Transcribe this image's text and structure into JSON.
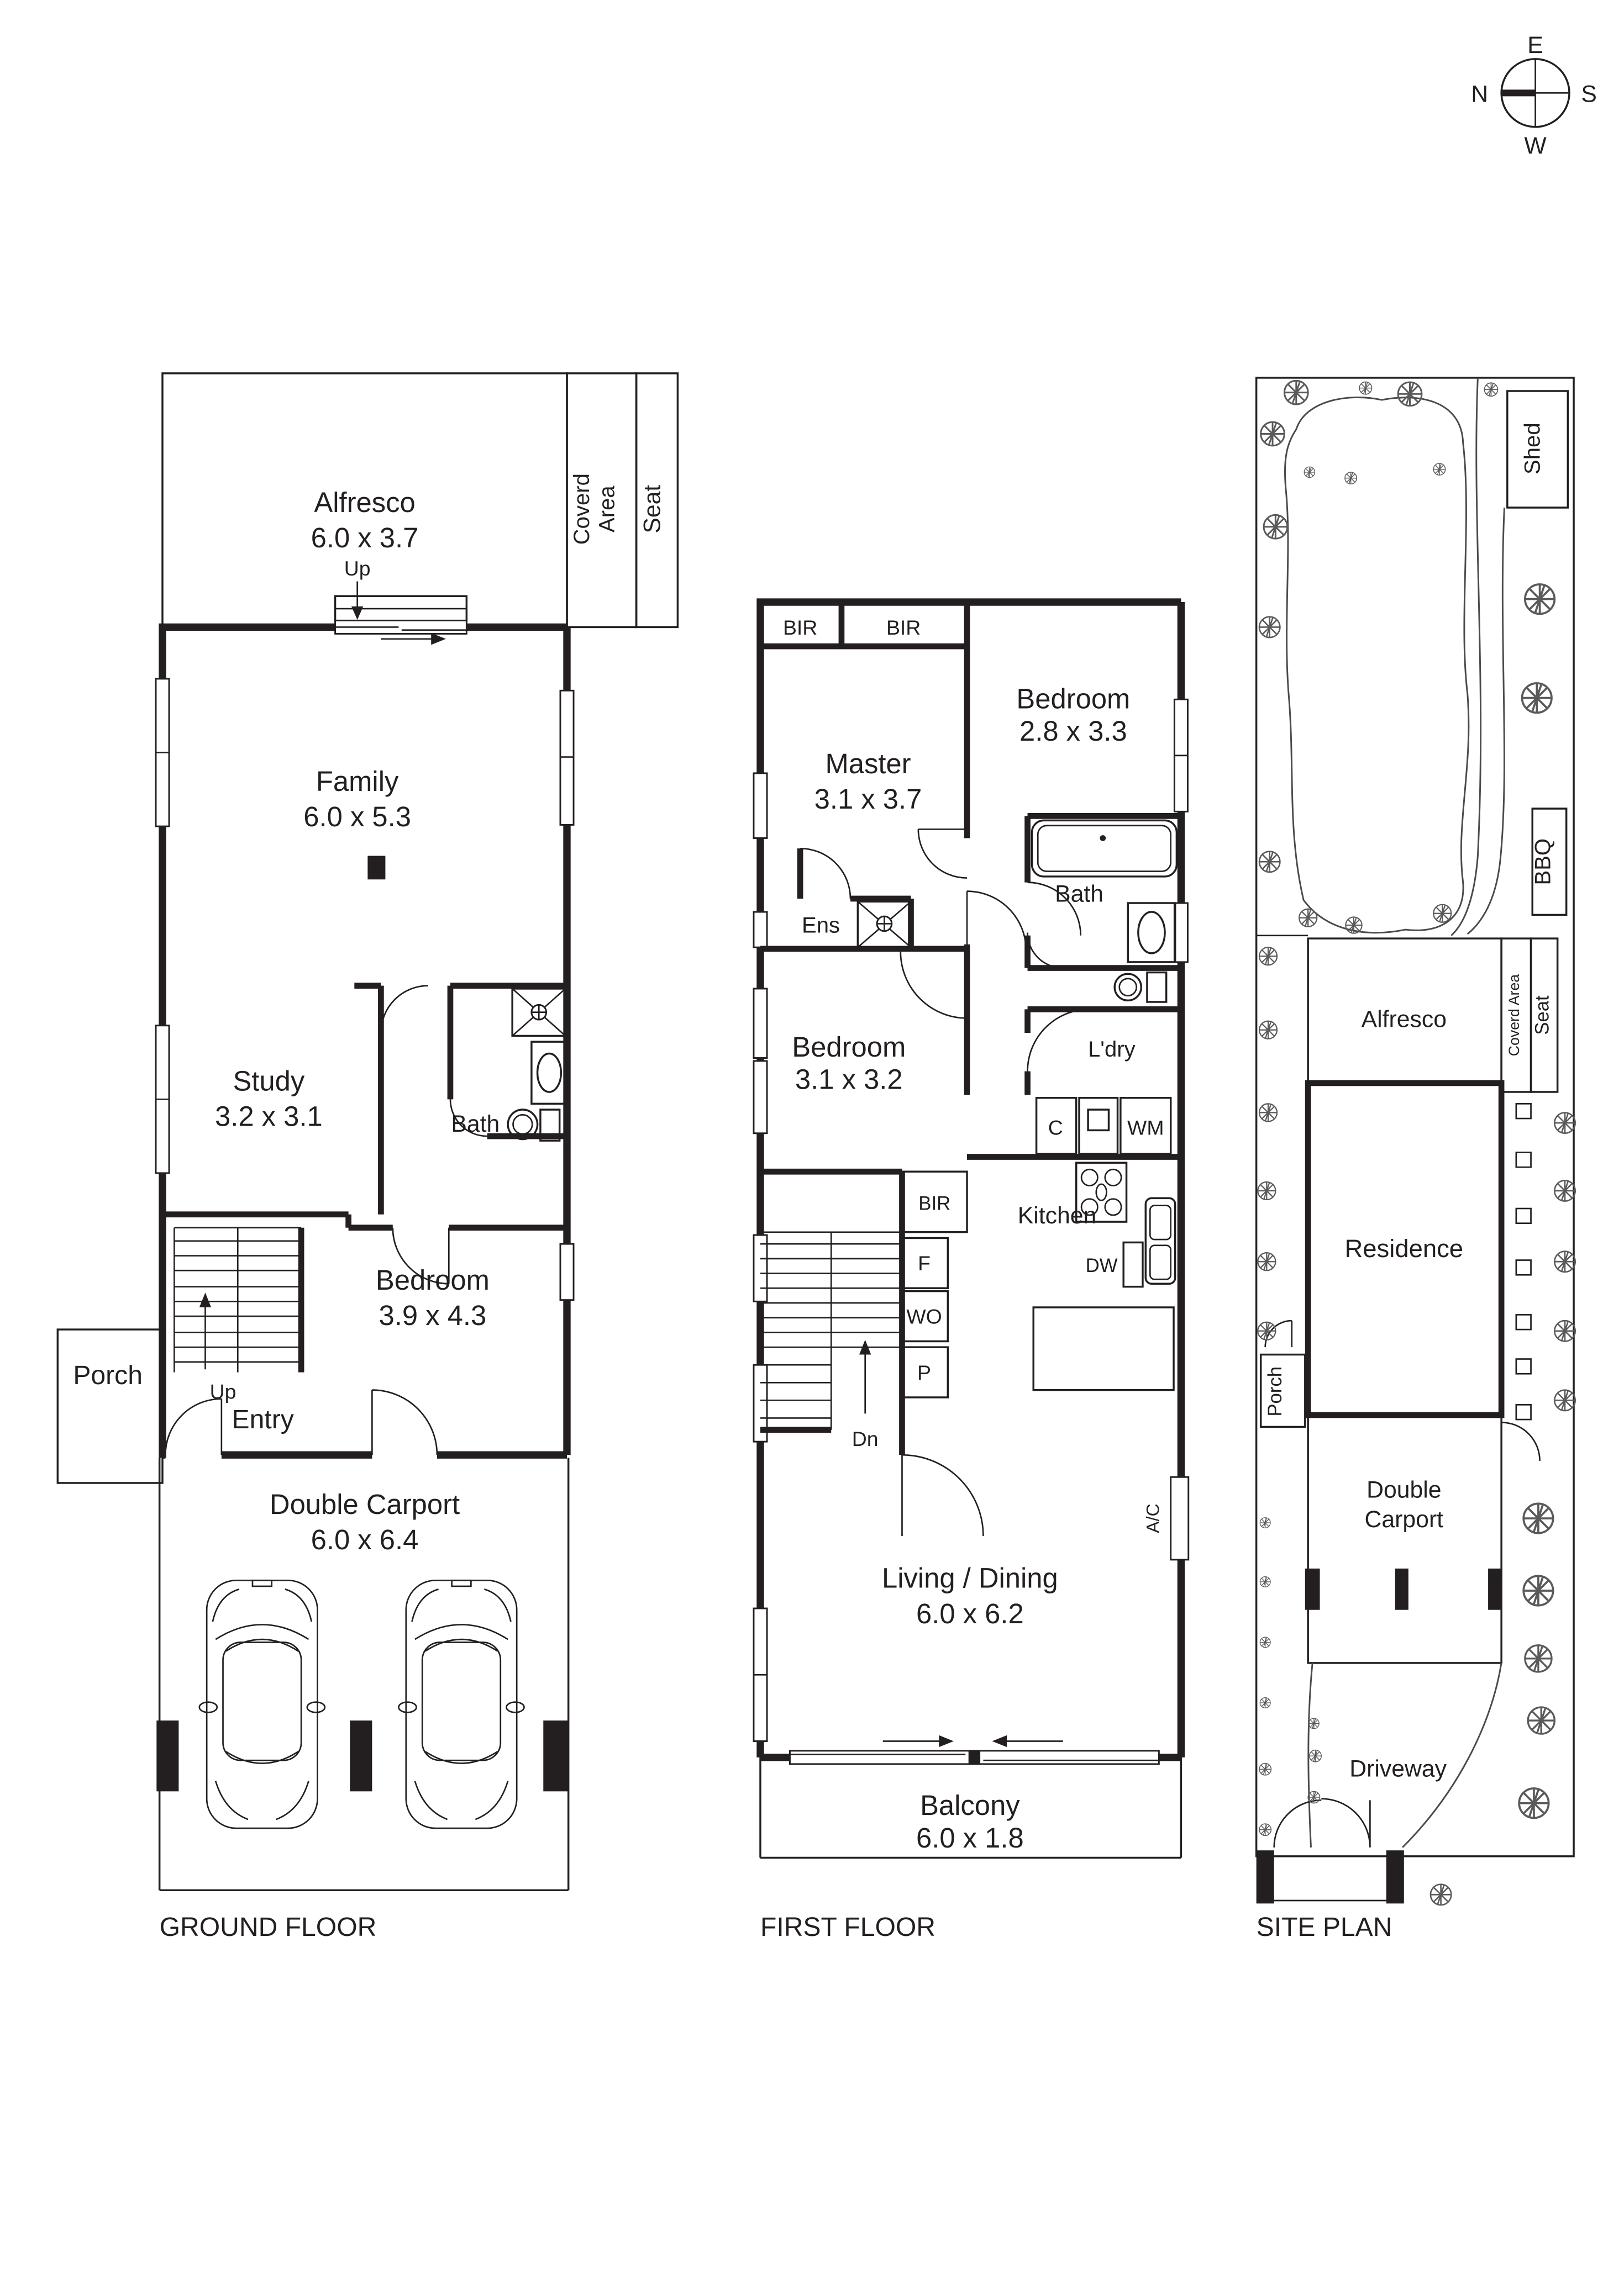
{
  "ink": "#231f20",
  "compass": {
    "n": "N",
    "e": "E",
    "s": "S",
    "w": "W"
  },
  "ground_floor": {
    "label": "GROUND FLOOR",
    "alfresco_name": "Alfresco",
    "alfresco_dims": "6.0 x 3.7",
    "coverd_word1": "Coverd",
    "coverd_word2": "Area",
    "seat": "Seat",
    "up_alfresco": "Up",
    "family_name": "Family",
    "family_dims": "6.0 x 5.3",
    "study_name": "Study",
    "study_dims": "3.2 x 3.1",
    "bath": "Bath",
    "bedroom_name": "Bedroom",
    "bedroom_dims": "3.9 x 4.3",
    "porch": "Porch",
    "up_stairs": "Up",
    "entry": "Entry",
    "carport_name": "Double Carport",
    "carport_dims": "6.0 x 6.4"
  },
  "first_floor": {
    "label": "FIRST FLOOR",
    "bir_left": "BIR",
    "bir_mid": "BIR",
    "master_name": "Master",
    "master_dims": "3.1 x 3.7",
    "bedroom1_name": "Bedroom",
    "bedroom1_dims": "2.8 x 3.3",
    "ens": "Ens",
    "bath": "Bath",
    "ldry": "L'dry",
    "c": "C",
    "wm": "WM",
    "bedroom2_name": "Bedroom",
    "bedroom2_dims": "3.1 x 3.2",
    "bir_small": "BIR",
    "kitchen": "Kitchen",
    "dw": "DW",
    "f": "F",
    "wo": "WO",
    "p": "P",
    "dn": "Dn",
    "ac": "A/C",
    "living_name": "Living / Dining",
    "living_dims": "6.0 x 6.2",
    "balcony_name": "Balcony",
    "balcony_dims": "6.0 x 1.8"
  },
  "site_plan": {
    "label": "SITE PLAN",
    "shed": "Shed",
    "bbq": "BBQ",
    "alfresco": "Alfresco",
    "coverd_area": "Coverd Area",
    "seat": "Seat",
    "residence": "Residence",
    "porch": "Porch",
    "carport_word1": "Double",
    "carport_word2": "Carport",
    "driveway": "Driveway"
  }
}
